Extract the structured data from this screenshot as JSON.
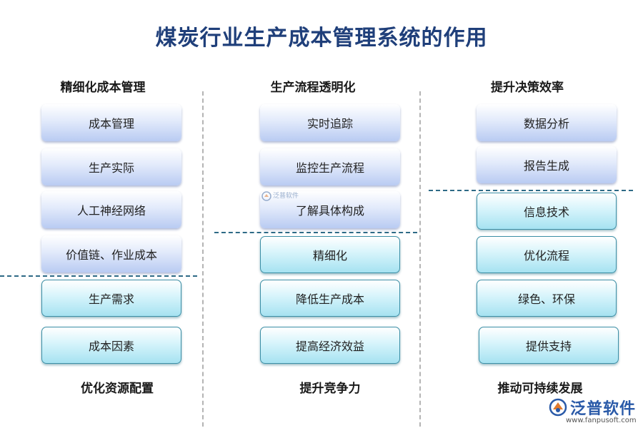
{
  "title": "煤炭行业生产成本管理系统的作用",
  "columns": [
    {
      "header": "精细化成本管理",
      "footer": "优化资源配置",
      "top_items": [
        "成本管理",
        "生产实际",
        "人工神经网络",
        "价值链、作业成本"
      ],
      "bottom_items": [
        "生产需求",
        "成本因素"
      ]
    },
    {
      "header": "生产流程透明化",
      "footer": "提升竞争力",
      "top_items": [
        "实时追踪",
        "监控生产流程",
        "了解具体构成"
      ],
      "bottom_items": [
        "精细化",
        "降低生产成本",
        "提高经济效益"
      ]
    },
    {
      "header": "提升决策效率",
      "footer": "推动可持续发展",
      "top_items": [
        "数据分析",
        "报告生成"
      ],
      "bottom_items": [
        "信息技术",
        "优化流程",
        "绿色、环保",
        "提供支持"
      ]
    }
  ],
  "watermark": {
    "small": "泛普软件",
    "brand": "泛普软件",
    "url": "www.fanpusoft.com"
  },
  "colors": {
    "title": "#1f3f7a",
    "top_box": "#b9cbf2",
    "bottom_box": "#a6e2f1",
    "divider": "#2e6a86"
  }
}
